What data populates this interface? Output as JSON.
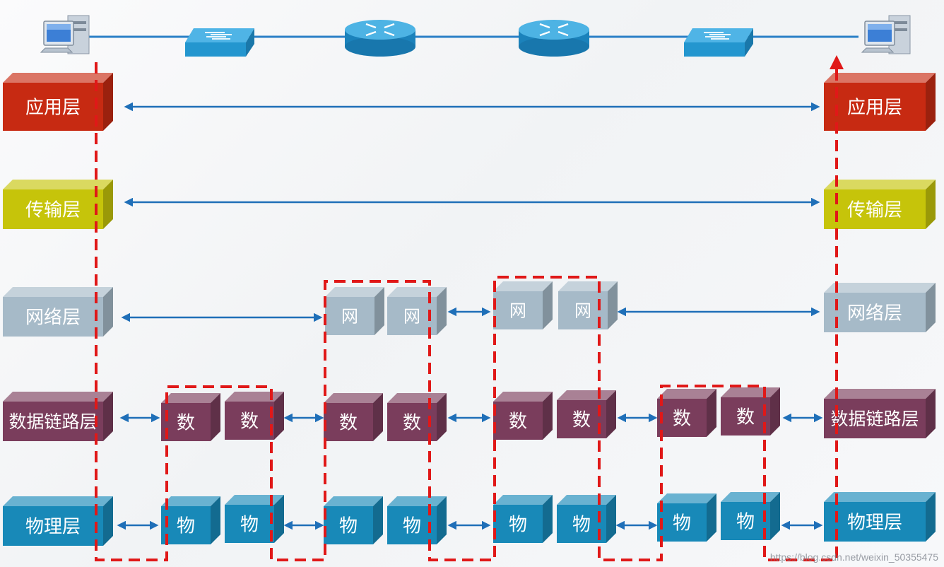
{
  "colors": {
    "app": "#c72a12",
    "transport": "#c6c40a",
    "network": "#a6bac8",
    "datalink": "#7a3d5c",
    "physical": "#1889b8",
    "arrow": "#1f6fb8",
    "path": "#e01818",
    "link": "#2a7fc6"
  },
  "layers": {
    "application": "应用层",
    "transport": "传输层",
    "network": "网络层",
    "datalink": "数据链路层",
    "physical": "物理层"
  },
  "chars": {
    "network": "网",
    "datalink": "数",
    "physical": "物"
  },
  "topology": {
    "devices": [
      "host-computer",
      "switch",
      "router",
      "router",
      "switch",
      "host-computer"
    ]
  },
  "watermark": "https://blog.csdn.net/weixin_50355475"
}
